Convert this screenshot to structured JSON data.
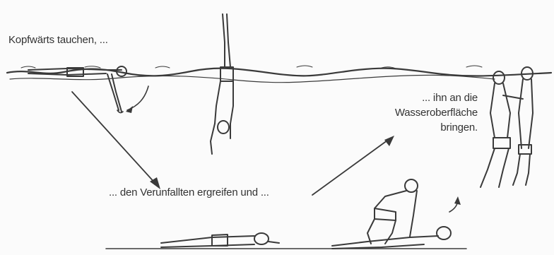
{
  "captions": {
    "dive": "Kopfwärts tauchen, ...",
    "grab": "... den Verunfallten ergreifen und ...",
    "surface_line1": "... ihn an die",
    "surface_line2": "Wasseroberfläche",
    "surface_line3": "bringen."
  },
  "colors": {
    "ink": "#3a3a3a",
    "background": "#fbfbfb"
  }
}
